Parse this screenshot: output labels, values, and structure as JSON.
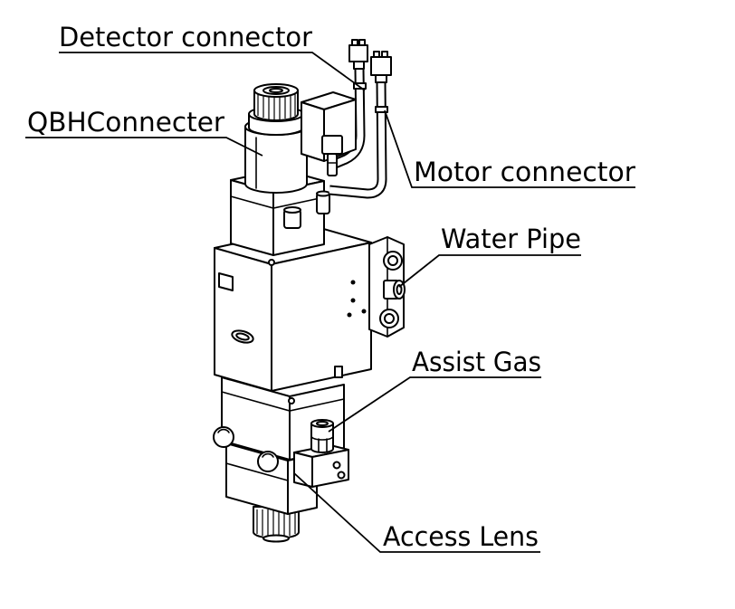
{
  "diagram": {
    "labels": {
      "detector_connector": "Detector connector",
      "qbh_connecter": "QBHConnecter",
      "motor_connector": "Motor connector",
      "water_pipe": "Water Pipe",
      "assist_gas": "Assist Gas",
      "access_lens": "Access Lens"
    }
  },
  "colors": {
    "line": "#000000",
    "background": "#ffffff"
  }
}
